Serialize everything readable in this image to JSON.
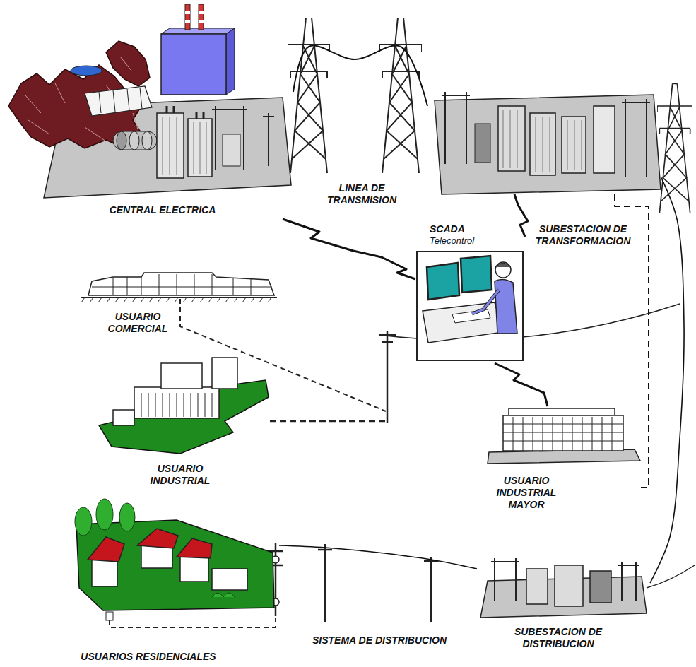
{
  "diagram": {
    "nodes": [
      {
        "text": [
          "CENTRAL ELECTRICA"
        ]
      },
      {
        "text": [
          "SUBESTACION DE TRANSFORMACION"
        ]
      },
      {
        "text": [
          "SCADA",
          "Telecontrol"
        ]
      },
      {
        "text": [
          "USUARIO COMERCIAL"
        ]
      },
      {
        "text": [
          "USUARIO INDUSTRIAL"
        ]
      },
      {
        "text": [
          "USUARIO INDUSTRIAL MAYOR"
        ]
      },
      {
        "text": [
          "USUARIOS RESIDENCIALES"
        ]
      },
      {
        "text": [
          "SUBESTACION DE DISTRIBUCION"
        ]
      }
    ],
    "edges": [
      {
        "from": 0,
        "to": 1,
        "arrow": "none"
      },
      {
        "from": 0,
        "to": 2,
        "arrow": "none"
      },
      {
        "from": 2,
        "to": 1,
        "arrow": "none"
      },
      {
        "from": 2,
        "to": 5,
        "arrow": "none"
      },
      {
        "from": 1,
        "to": 5,
        "arrow": "none"
      },
      {
        "from": 1,
        "to": 7,
        "arrow": "none"
      },
      {
        "from": 7,
        "to": 6,
        "arrow": "none"
      }
    ],
    "labels": [
      "LINEA DE TRANSMISION",
      "SISTEMA DE DISTRIBUCION"
    ]
  }
}
